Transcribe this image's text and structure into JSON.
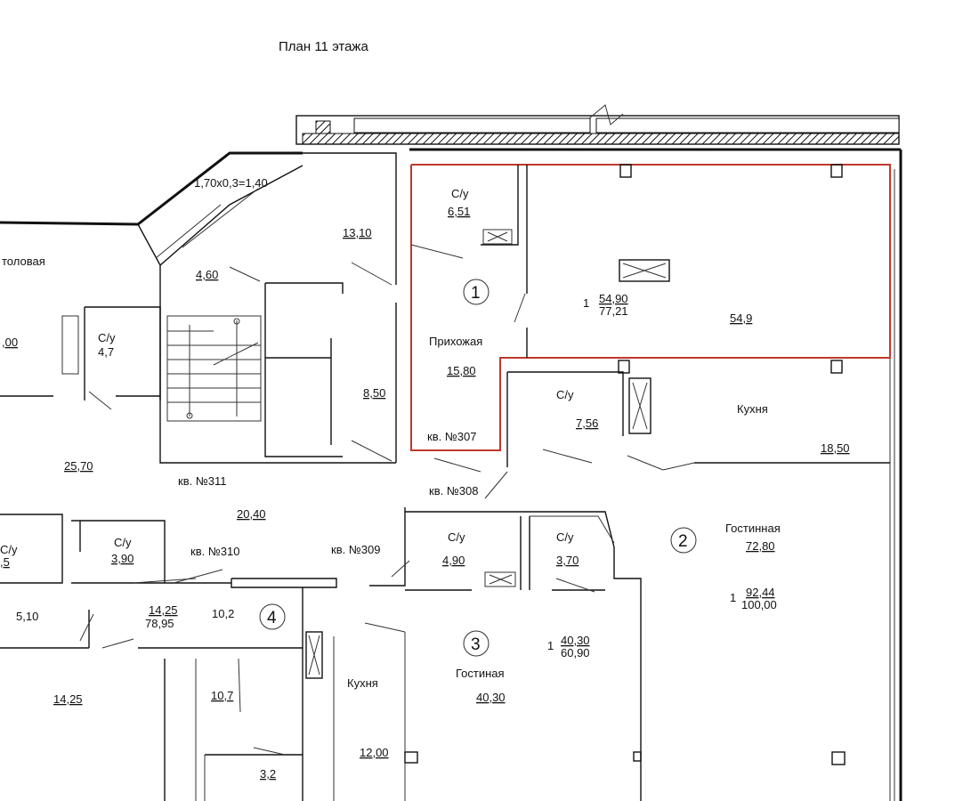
{
  "title": "План 11 этажа",
  "dimension_note": "1,70x0,3=1,40",
  "highlight_color": "#c0392b",
  "apartments": [
    {
      "number": "1",
      "summary_prefix": "1",
      "summary_living": "54,90",
      "summary_total": "77,21",
      "label": "кв. №307"
    },
    {
      "number": "2",
      "summary_prefix": "1",
      "summary_living": "92,44",
      "summary_total": "100,00",
      "label": "кв. №308"
    },
    {
      "number": "3",
      "summary_prefix": "1",
      "summary_living": "40,30",
      "summary_total": "60,90",
      "label": "кв. №309"
    },
    {
      "number": "4",
      "summary_living": "14,25",
      "summary_total": "78,95",
      "label": "кв. №310"
    }
  ],
  "other_labels": {
    "apt_311": "кв. №311"
  },
  "rooms": {
    "su_1": {
      "name": "С/у",
      "area": "6,51"
    },
    "hall_1": {
      "name": "Прихожая",
      "area": "15,80"
    },
    "main_1": {
      "area": "54,9"
    },
    "su_2": {
      "name": "С/у",
      "area": "7,56"
    },
    "kitchen_2": {
      "name": "Кухня",
      "area": "18,50"
    },
    "living_2": {
      "name": "Гостинная",
      "area": "72,80"
    },
    "su_3a": {
      "name": "С/у",
      "area": "4,90"
    },
    "su_3b": {
      "name": "С/у",
      "area": "3,70"
    },
    "living_3": {
      "name": "Гостиная",
      "area": "40,30"
    },
    "kitchen_3": {
      "name": "Кухня",
      "area": "12,00"
    },
    "dining": {
      "name": "толовая"
    },
    "dining_area": {
      "area": ",00"
    },
    "su_left": {
      "name": "С/у",
      "area": "4,7"
    },
    "su_4a": {
      "name": "С/у",
      "area": "3,90"
    },
    "su_4b": {
      "name": "С/у",
      "area": ",5"
    },
    "hall_13": {
      "area": "13,10"
    },
    "hall_460": {
      "area": "4,60"
    },
    "hall_850": {
      "area": "8,50"
    },
    "room_2570": {
      "area": "25,70"
    },
    "corridor": {
      "area": "20,40"
    },
    "room_510": {
      "area": "5,10"
    },
    "room_102": {
      "area": "10,2"
    },
    "room_1425": {
      "area": "14,25"
    },
    "room_107": {
      "area": "10,7"
    },
    "room_32": {
      "area": "3,2"
    }
  }
}
